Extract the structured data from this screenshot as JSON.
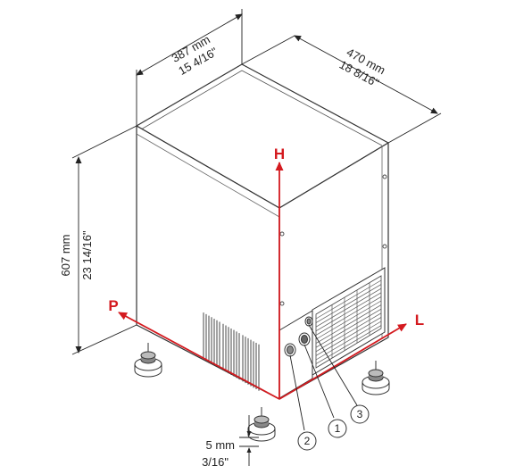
{
  "dimensions": {
    "width_mm": "387 mm",
    "width_in": "15 4/16\"",
    "depth_mm": "470 mm",
    "depth_in": "18 8/16\"",
    "height_mm": "607 mm",
    "height_in": "23 14/16\"",
    "foot_mm": "5 mm",
    "foot_in": "3/16\""
  },
  "axes": {
    "height": "H",
    "left": "P",
    "right": "L"
  },
  "callouts": [
    "1",
    "2",
    "3"
  ],
  "colors": {
    "axis": "#d41a1f",
    "line": "#333333",
    "fill": "#ffffff"
  }
}
